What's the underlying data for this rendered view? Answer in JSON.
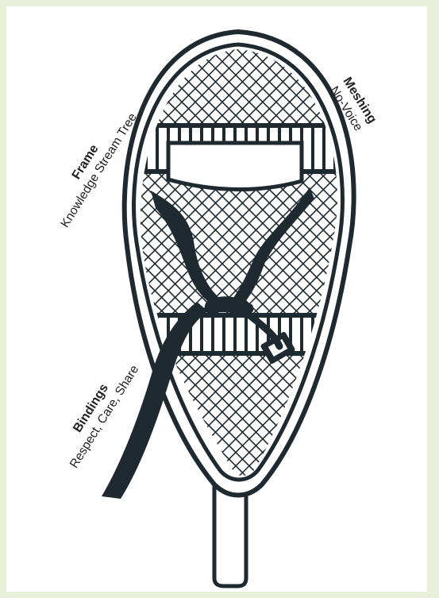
{
  "labels": {
    "frame": {
      "title": "Frame",
      "subtitle": "Knowledge Stream Tree"
    },
    "meshing": {
      "title": "Meshing",
      "subtitle": "No-Voice"
    },
    "bindings": {
      "title": "Bindings",
      "subtitle": "Respect, Care, Share"
    }
  },
  "colors": {
    "background": "#e9efd9",
    "panel": "#ffffff",
    "ink": "#1f2a30"
  }
}
